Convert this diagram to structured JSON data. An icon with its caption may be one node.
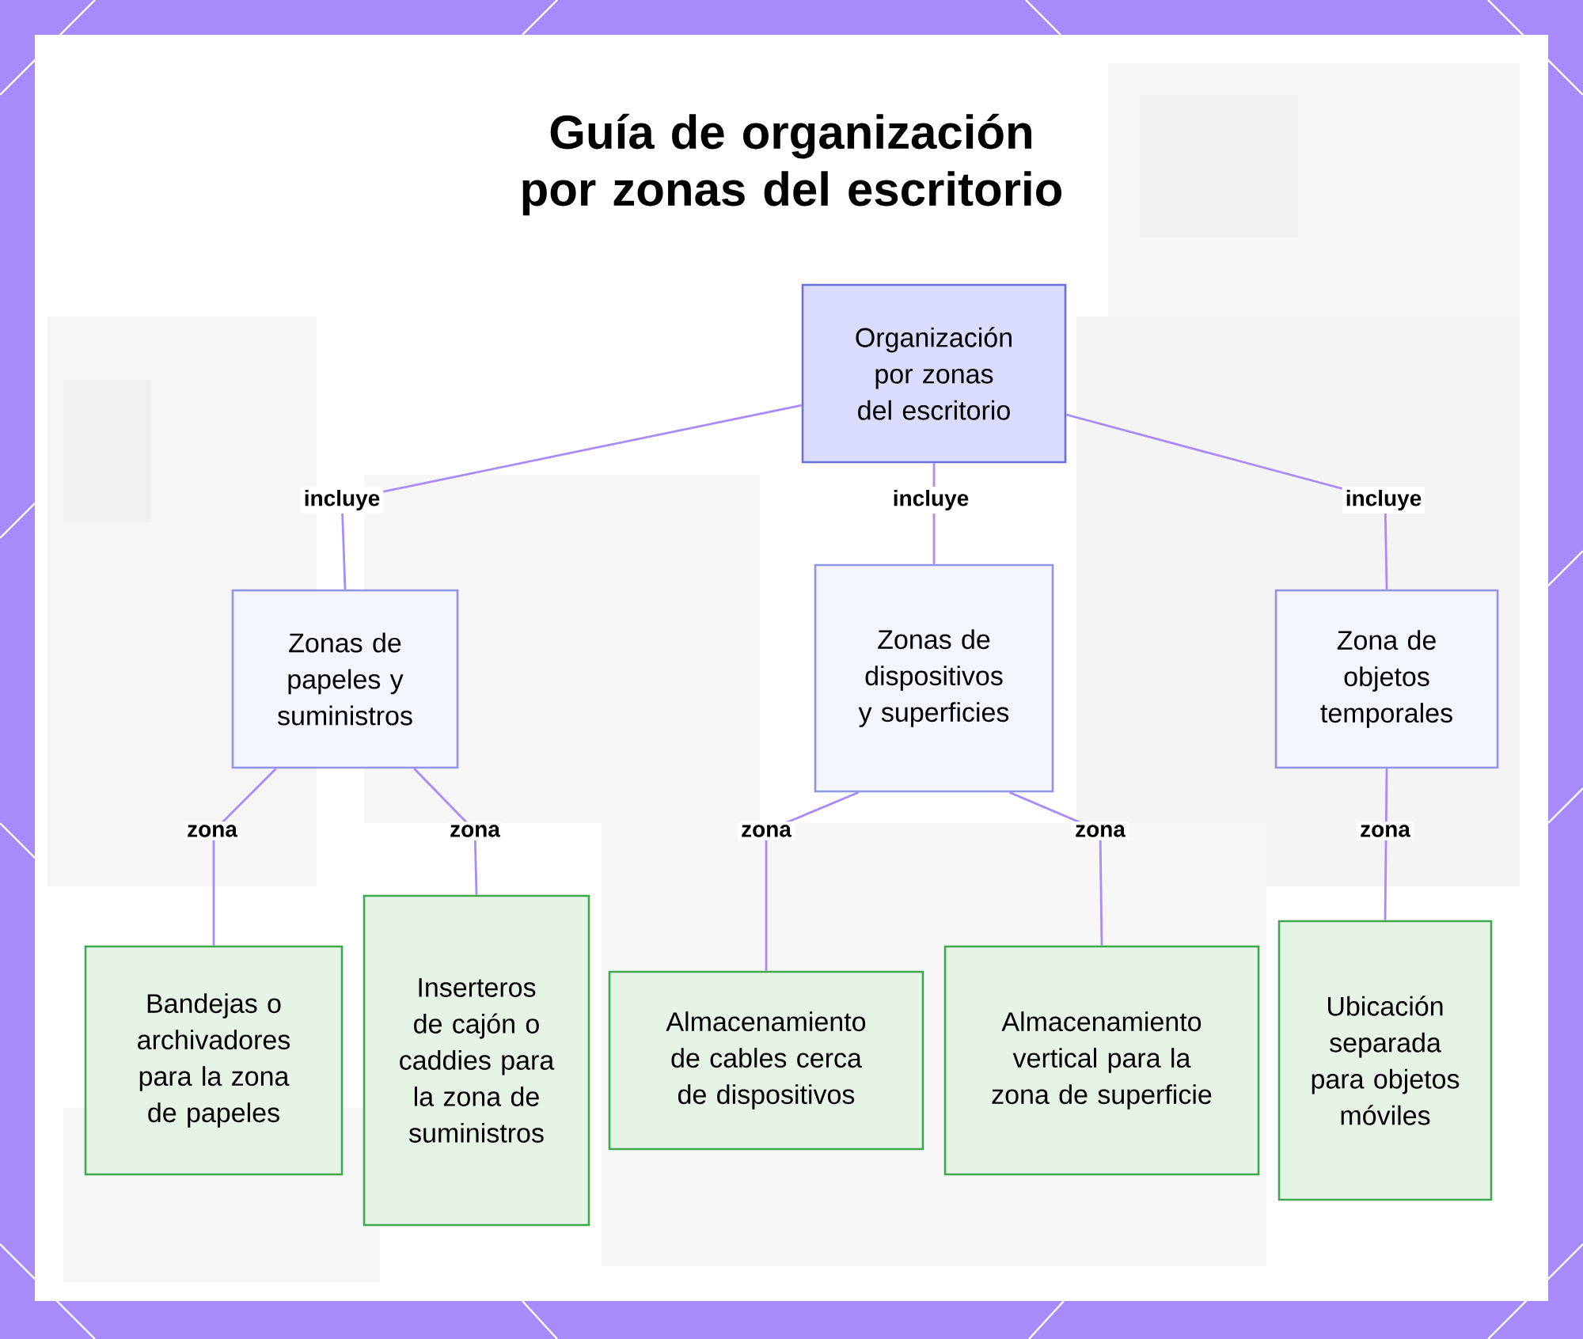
{
  "diagram": {
    "title": "Guía de organización por zonas del escritorio",
    "nodes": [
      {
        "text": [
          "Organización por zonas del escritorio"
        ]
      },
      {
        "text": [
          "Zonas de papeles y suministros"
        ]
      },
      {
        "text": [
          "Zonas de dispositivos y superficies"
        ]
      },
      {
        "text": [
          "Zona de objetos temporales"
        ]
      },
      {
        "text": [
          "Bandejas o archivadores para la zona de papeles"
        ]
      },
      {
        "text": [
          "Inserteros de cajón o caddies para la zona de suministros"
        ]
      },
      {
        "text": [
          "Almacenamiento de cables cerca de dispositivos"
        ]
      },
      {
        "text": [
          "Almacenamiento vertical para la zona de superficie"
        ]
      },
      {
        "text": [
          "Ubicación separada para objetos móviles"
        ]
      }
    ],
    "edges": [
      {
        "from": 0,
        "to": 1,
        "arrow": "none",
        "label": "incluye"
      },
      {
        "from": 0,
        "to": 2,
        "arrow": "none",
        "label": "incluye"
      },
      {
        "from": 0,
        "to": 3,
        "arrow": "none",
        "label": "incluye"
      },
      {
        "from": 1,
        "to": 4,
        "arrow": "none",
        "label": "zona"
      },
      {
        "from": 1,
        "to": 5,
        "arrow": "none",
        "label": "zona"
      },
      {
        "from": 2,
        "to": 6,
        "arrow": "none",
        "label": "zona"
      },
      {
        "from": 2,
        "to": 7,
        "arrow": "none",
        "label": "zona"
      },
      {
        "from": 3,
        "to": 8,
        "arrow": "none",
        "label": "zona"
      }
    ]
  }
}
